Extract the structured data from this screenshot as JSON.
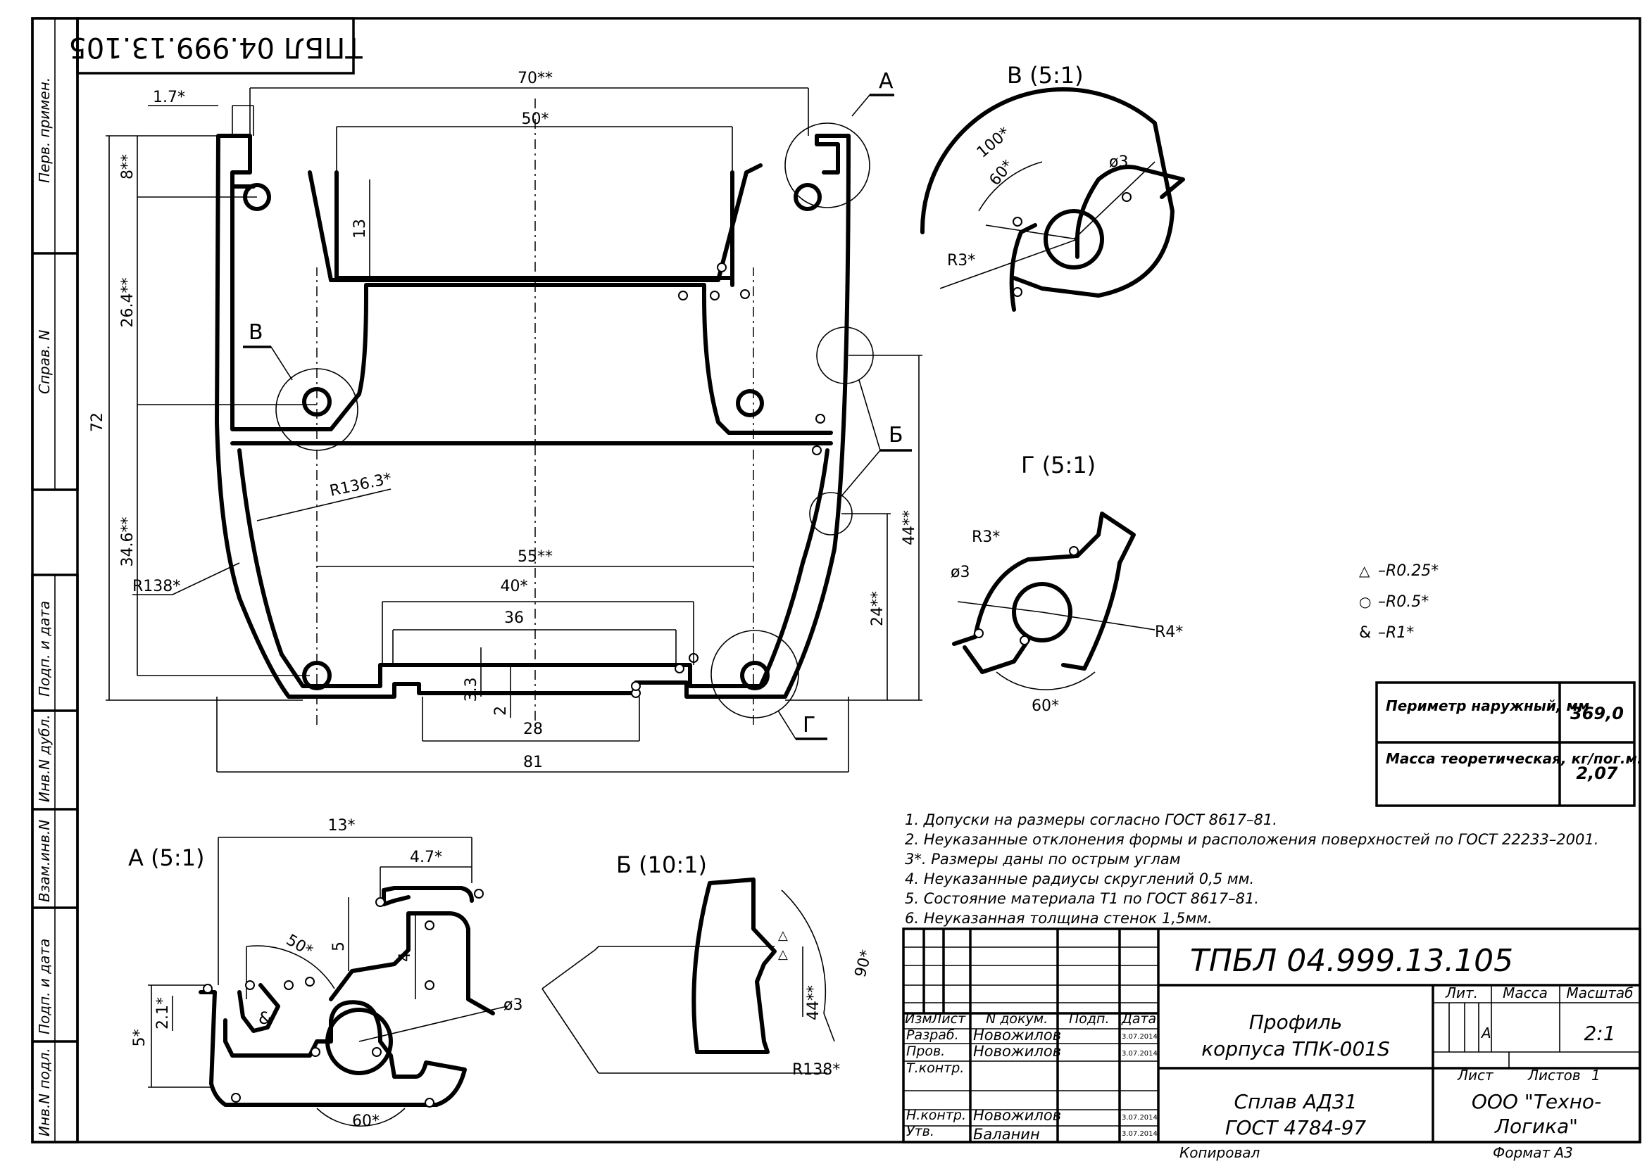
{
  "drawing_number": "ТПБЛ 04.999.13.105",
  "drawing_number_rotated": "ТПБЛ 04.999.13.105",
  "left_strip": {
    "perv_primen": "Перв. примен.",
    "sprav_n": "Справ. N",
    "podp_data_1": "Подп. и дата",
    "inv_n_dubl": "Инв.N дубл.",
    "vzam_inv_n": "Взам.инв.N",
    "podp_data_2": "Подп. и дата",
    "inv_n_podl": "Инв.N подл."
  },
  "main_view": {
    "dims": {
      "d70": "70**",
      "d50": "50*",
      "d1_7": "1.7*",
      "d8": "8**",
      "d13": "13",
      "d26_4": "26.4**",
      "d72": "72",
      "d34_6": "34.6**",
      "r136_3": "R136.3*",
      "r138": "R138*",
      "d55": "55**",
      "d40": "40*",
      "d36": "36",
      "d3_3": "3.3",
      "d2": "2",
      "d28": "28",
      "d81": "81",
      "d44": "44**",
      "d24": "24**"
    },
    "callouts": {
      "a": "А",
      "v": "В",
      "b": "Б",
      "g": "Г"
    }
  },
  "detail_v": {
    "title": "В (5:1)",
    "d100": "100*",
    "d60": "60*",
    "d3": "ø3",
    "r3": "R3*"
  },
  "detail_g": {
    "title": "Г (5:1)",
    "r3": "R3*",
    "d3": "ø3",
    "r4": "R4*",
    "d60": "60*"
  },
  "detail_a": {
    "title": "А (5:1)",
    "d13": "13*",
    "d4_7": "4.7*",
    "d5": "5",
    "d4": "4",
    "d50": "50*",
    "d2_1": "2.1*",
    "d5b": "5*",
    "d3": "ø3",
    "d60": "60*",
    "amp": "&"
  },
  "detail_b": {
    "title": "Б (10:1)",
    "d90": "90*",
    "d44": "44**",
    "r138": "R138*"
  },
  "legend": [
    {
      "sym": "△",
      "text": "–R0.25*"
    },
    {
      "sym": "○",
      "text": "–R0.5*"
    },
    {
      "sym": "&",
      "text": "–R1*"
    }
  ],
  "props": {
    "perimeter_label": "Периметр наружный, мм",
    "perimeter_value": "369,0",
    "mass_label": "Масса теоретическая, кг/пог.м.",
    "mass_value": "2,07"
  },
  "notes": [
    "1. Допуски на размеры согласно ГОСТ 8617–81.",
    "2. Неуказанные отклонения формы и расположения поверхностей по ГОСТ 22233–2001.",
    "3*. Размеры даны по острым углам",
    "4. Неуказанные радиусы скруглений 0,5 мм.",
    "5. Состояние материала Т1 по ГОСТ 8617–81.",
    "6. Неуказанная толщина стенок 1,5мм."
  ],
  "title_block": {
    "code": "ТПБЛ 04.999.13.105",
    "hdr_izm": "Изм",
    "hdr_list": "Лист",
    "hdr_ndokum": "N докум.",
    "hdr_podp": "Подп.",
    "hdr_data": "Дата",
    "razrab_label": "Разраб.",
    "razrab_name": "Новожилов",
    "prov_label": "Пров.",
    "prov_name": "Новожилов",
    "tkontr_label": "Т.контр.",
    "nkontr_label": "Н.контр.",
    "nkontr_name": "Новожилов",
    "utv_label": "Утв.",
    "utv_name": "Баланин",
    "date": "3.07.2014",
    "name_line1": "Профиль",
    "name_line2": "корпуса ТПК-001S",
    "material_line1": "Сплав АД31",
    "material_line2": "ГОСТ 4784-97",
    "lit_label": "Лит.",
    "massa_label": "Масса",
    "masshtab_label": "Масштаб",
    "lit_value": "А",
    "masshtab_value": "2:1",
    "list_label": "Лист",
    "listov_label": "Листов",
    "listov_value": "1",
    "org_line1": "ООО \"Техно-",
    "org_line2": "Логика\"",
    "kopiroval": "Копировал",
    "format": "Формат А3"
  }
}
